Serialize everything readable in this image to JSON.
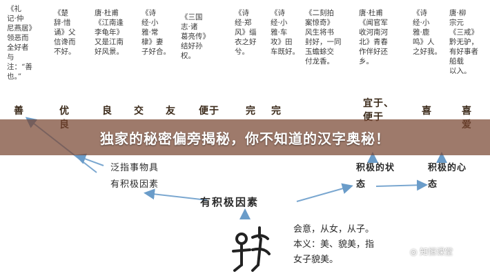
{
  "quotes": [
    "《礼\n记·仲\n尼燕居》\n领恶而\n全好者\n与\n注：“善\n也。”",
    "《楚\n辞·惜\n诵》父\n信谗而\n不好。",
    "唐·杜甫\n《江南逢\n李龟年》\n又是江南\n好风景。",
    "《诗\n经·小\n雅·常\n棣》妻\n子好合。",
    "《三国\n志·诸\n葛亮传》\n结好孙\n权。",
    "《诗\n经·郑\n风》缁\n衣之好\n兮。",
    "《诗\n经·小\n雅·车\n攻》田\n车既好。",
    "《二刻拍\n案惊奇》\n风生将书\n封好，一同\n玉蟾蜍交\n付龙香。",
    "唐·杜甫\n《闻官军\n收河南河\n北》青春\n作伴好还\n乡。",
    "《诗\n经·小\n雅·鹿\n鸣》人\n之好我。",
    "唐·柳\n宗元\n《三戒》\n黔无驴，\n有好事者\n船载\n以入。"
  ],
  "meanings_row1": [
    "善",
    "优",
    "良",
    "交",
    "友",
    "便于",
    "完",
    "完",
    "宜于、\n便于",
    "喜",
    "喜"
  ],
  "meanings_row2": [
    "",
    "良",
    "",
    "",
    "",
    "",
    "",
    "",
    "",
    "",
    "爱"
  ],
  "banner": "独家的秘密偏旁揭秘，你不知道的汉字奥秘！",
  "branch_left": "泛指事物具\n有积极因素",
  "branch_right1": "积极的状\n态",
  "branch_right2": "积极的心\n态",
  "center": "有积极因素",
  "glyph_note": "会意，从女，从子。\n本义：美、貌美，指\n女子貌美。",
  "watermark": "知恒课堂"
}
